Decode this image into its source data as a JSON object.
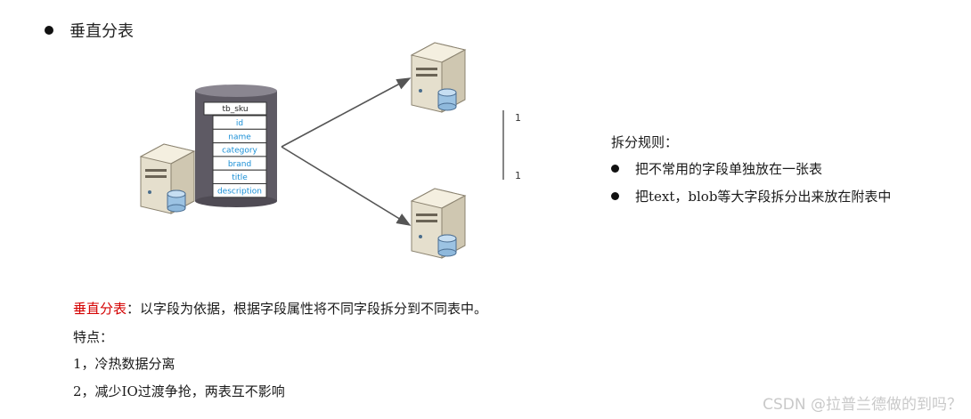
{
  "section": {
    "title": "垂直分表"
  },
  "table": {
    "name": "tb_sku",
    "fields": [
      "id",
      "name",
      "category",
      "brand",
      "title",
      "description"
    ]
  },
  "relation": {
    "top": "1",
    "bottom": "1"
  },
  "rules": {
    "title": "拆分规则：",
    "items": [
      "把不常用的字段单独放在一张表",
      "把text，blob等大字段拆分出来放在附表中"
    ]
  },
  "description": {
    "term": "垂直分表",
    "definition": "：以字段为依据，根据字段属性将不同字段拆分到不同表中。",
    "features_title": "特点：",
    "features": [
      "1，冷热数据分离",
      "2，减少IO过渡争抢，两表互不影响"
    ]
  },
  "watermark": "CSDN @拉普兰德做的到吗？",
  "colors": {
    "field_text": "#1a8fd6",
    "term_red": "#d40000",
    "db_body": "#5e5a64",
    "server_body": "#e6e0cf"
  }
}
